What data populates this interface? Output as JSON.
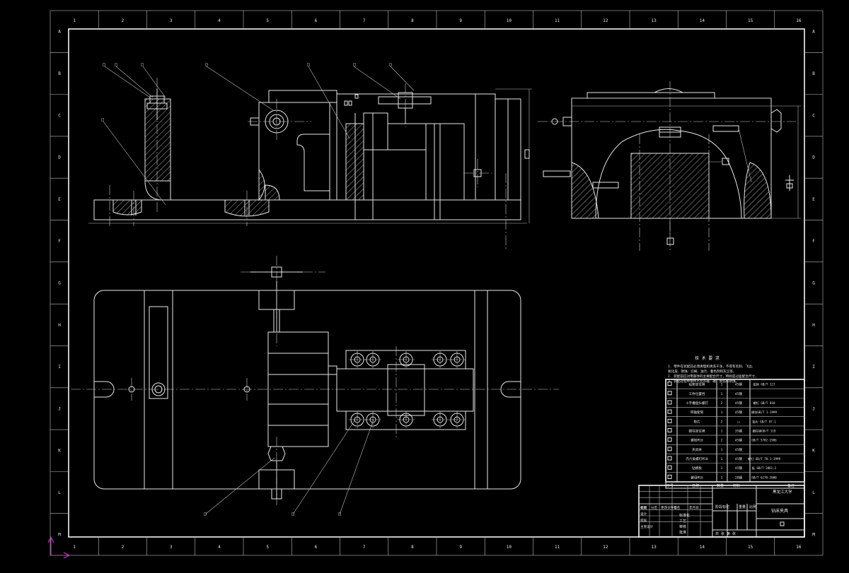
{
  "drawing": {
    "columns": [
      "1",
      "2",
      "3",
      "4",
      "5",
      "6",
      "7",
      "8",
      "9",
      "10",
      "11",
      "12",
      "13",
      "14",
      "15",
      "16"
    ],
    "rows": [
      "A",
      "B",
      "C",
      "D",
      "E",
      "F",
      "G",
      "H",
      "I",
      "J",
      "K",
      "L",
      "M"
    ],
    "leader_marks": [
      "□",
      "□",
      "□",
      "□",
      "□",
      "□",
      "□",
      "□",
      "□",
      "□",
      "□",
      "□",
      "□"
    ],
    "tech_req": {
      "title": "技 术 要 求",
      "lines": [
        "1. 零件在装配前必须清理和清洗干净，不得有毛刺、飞边、",
        "   氧化皮、锈蚀、切屑、油污、着色剂和灰尘等。",
        "2. 装配前应对零部件的主要配合尺寸，特别是过盈配合尺寸。",
        "3. 装配过程中零件不允许磕、碰、划伤和锈蚀。"
      ]
    },
    "parts": [
      {
        "name": "钻套定位销",
        "qty": "1",
        "mat": "45钢",
        "std": "拔销 GB/T 117"
      },
      {
        "name": "工件位置挡",
        "qty": "1",
        "mat": "45钢",
        "std": ""
      },
      {
        "name": "十字槽盘头螺钉",
        "qty": "2",
        "mat": "45钢",
        "std": "螺钉 GB/T 818"
      },
      {
        "name": "带轴套筒",
        "qty": "1",
        "mat": "45钢",
        "std": "模块GB/T 1-1999"
      },
      {
        "name": "垫片",
        "qty": "2",
        "mat": "□",
        "std": "垫片 GB/T 97.1"
      },
      {
        "name": "圆柱定位销",
        "qty": "1",
        "mat": "35钢",
        "std": "圆柱销GB/T 119"
      },
      {
        "name": "螺栓M16",
        "qty": "2",
        "mat": "45钢",
        "std": "GB/T 5782-1986"
      },
      {
        "name": "夹具体",
        "qty": "1",
        "mat": "45钢",
        "std": ""
      },
      {
        "name": "内六角螺钉M10",
        "qty": "1",
        "mat": "45钢",
        "std": "螺钉 GB/T 70.1-1999"
      },
      {
        "name": "钻模板",
        "qty": "1",
        "mat": "45钢",
        "std": "板 GB/T 2861.2"
      },
      {
        "name": "螺母M16",
        "qty": "1",
        "mat": "20钢",
        "std": "GB/T 6170-2000"
      }
    ],
    "part_header": {
      "no": "序号",
      "name": "名称",
      "qty": "数量",
      "mat": "材料",
      "note": "备注"
    },
    "title_block": {
      "title": "钻床夹具",
      "org": "黑龙江大学",
      "rows": [
        "标记",
        "设计",
        "校核",
        "主管设计"
      ],
      "cols": [
        "处数",
        "分区",
        "更改文件号",
        "签名",
        "年月日"
      ],
      "stage": "阶段标记",
      "weight": "重量",
      "scale": "比例",
      "std": "标准化",
      "craft": "工艺",
      "approve": "批准",
      "audit": "审核",
      "sheet": "共 张   第 张"
    }
  }
}
